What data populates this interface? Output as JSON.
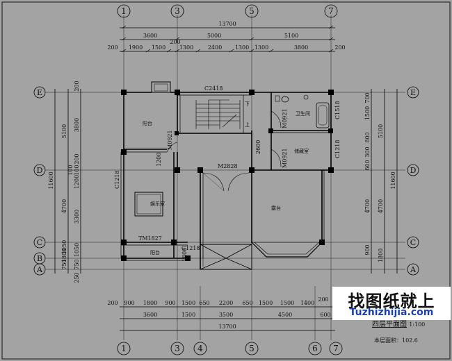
{
  "axes": {
    "top": [
      "1",
      "3",
      "5",
      "7"
    ],
    "bottom": [
      "1",
      "3",
      "4",
      "5",
      "6",
      "7"
    ],
    "rows": [
      "E",
      "D",
      "C",
      "B",
      "A"
    ]
  },
  "dims": {
    "top_total": "13700",
    "top_row2": [
      "3600",
      "5000",
      "5100"
    ],
    "top_gap": "200",
    "top_row3": [
      "200",
      "1900",
      "1500",
      "1300",
      "2400",
      "1300",
      "1300",
      "3800",
      "200"
    ],
    "bottom_row1": [
      "200",
      "900",
      "1800",
      "900",
      "1500",
      "650",
      "2200",
      "650",
      "1500",
      "1500",
      "1400",
      "200"
    ],
    "bottom_row2": [
      "3600",
      "1500",
      "3500",
      "4500",
      "600"
    ],
    "bottom_total": "13700",
    "left_outer": "11600",
    "left_mid": [
      "5100",
      "4700",
      "1800"
    ],
    "left_inner": [
      "200",
      "3800",
      "200",
      "100",
      "100",
      "1200",
      "3300",
      "1050",
      "750",
      "250"
    ],
    "left_extra": [
      "1050",
      "750"
    ],
    "right_inner": [
      "700",
      "1500",
      "800",
      "300",
      "600",
      "4700",
      "900"
    ],
    "right_mid": [
      "5100",
      "4700",
      "1800"
    ],
    "right_outer": "11600"
  },
  "labels": {
    "window_top": "C2418",
    "window_c1518": "C1518",
    "window_c1218_r": "C1218",
    "window_c1218_l": "C1218",
    "window_c1218_b": "C1218",
    "door_m0921_a": "M0921",
    "door_m0921_b": "M0921",
    "door_m0921_c": "M0921",
    "door_m2828": "M2828",
    "door_tm1827": "TM1827",
    "room_balcony_top": "阳台",
    "room_bathroom": "卫生间",
    "room_storage": "储藏室",
    "room_living": "露台",
    "room_entertainment": "娱乐室",
    "room_balcony_bottom": "阳台",
    "dim_2600": "2600",
    "dim_1200": "1200",
    "dim_1800": "1800",
    "stair_down": "下",
    "stair_up": "上"
  },
  "title": {
    "name": "四层平面图",
    "scale": "1:100",
    "area": "本层面积：102.6"
  },
  "watermark": {
    "main": "找图纸就上",
    "url": "Tuzhizhijia.com"
  }
}
